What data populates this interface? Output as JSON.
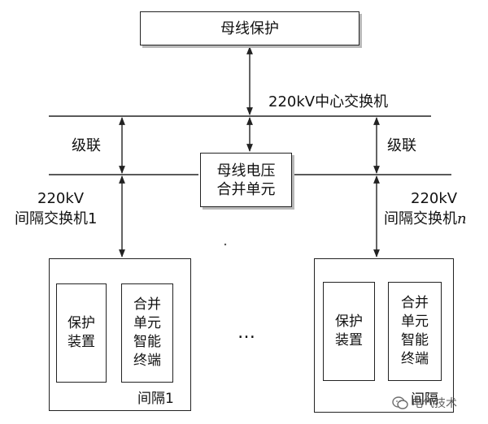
{
  "top_box": {
    "label": "母线保护"
  },
  "center_switch": {
    "label": "220kV中心交换机"
  },
  "cascade_left": {
    "label": "级联"
  },
  "cascade_right": {
    "label": "级联"
  },
  "bus_voltage_mu": {
    "line1": "母线电压",
    "line2": "合并单元"
  },
  "bay_switch_1": {
    "line1": "220kV",
    "line2": "间隔交换机1"
  },
  "bay_switch_n": {
    "line1": "220kV",
    "line2_prefix": "间隔交换机",
    "line2_suffix": "n"
  },
  "bay_1": {
    "protection": {
      "line1": "保护",
      "line2": "装置"
    },
    "mu_terminal": {
      "line1": "合并",
      "line2": "单元",
      "line3": "智能",
      "line4": "终端"
    },
    "label": "间隔1"
  },
  "bay_n": {
    "protection": {
      "line1": "保护",
      "line2": "装置"
    },
    "mu_terminal": {
      "line1": "合并",
      "line2": "单元",
      "line3": "智能",
      "line4": "终端"
    },
    "label": "间隔"
  },
  "ellipsis": "…",
  "watermark": "电气技术",
  "colors": {
    "line": "#222222",
    "shadow": "#b9b9b9"
  }
}
